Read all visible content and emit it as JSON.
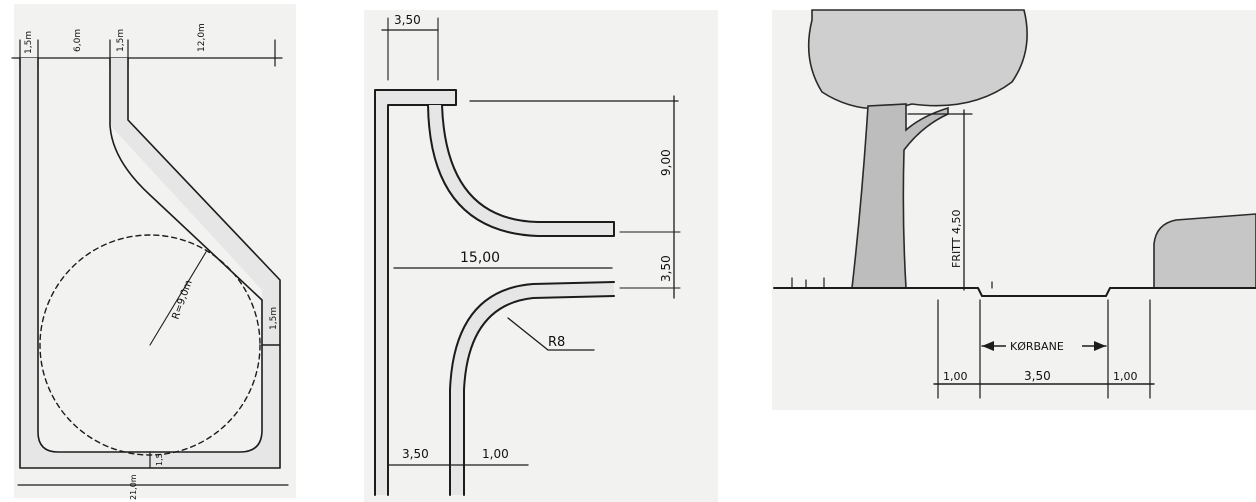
{
  "panel_turning_circle": {
    "dims_top": [
      "1,5m",
      "6,0m",
      "1,5m",
      "12,0m"
    ],
    "radius": "R=9,0m",
    "side_width": "1,5m",
    "bottom_gap": "1,5",
    "bottom_total": "21,0m"
  },
  "panel_junction": {
    "top_width": "3,50",
    "depth": "9,00",
    "arm_width": "3,50",
    "span": "15,00",
    "radius": "R8",
    "bottom_road": "3,50",
    "bottom_verge": "1,00"
  },
  "panel_section": {
    "clearance": "FRITT 4,50",
    "lane_label": "KØRBANE",
    "lane_width": "3,50",
    "left_verge": "1,00",
    "right_verge": "1,00"
  }
}
